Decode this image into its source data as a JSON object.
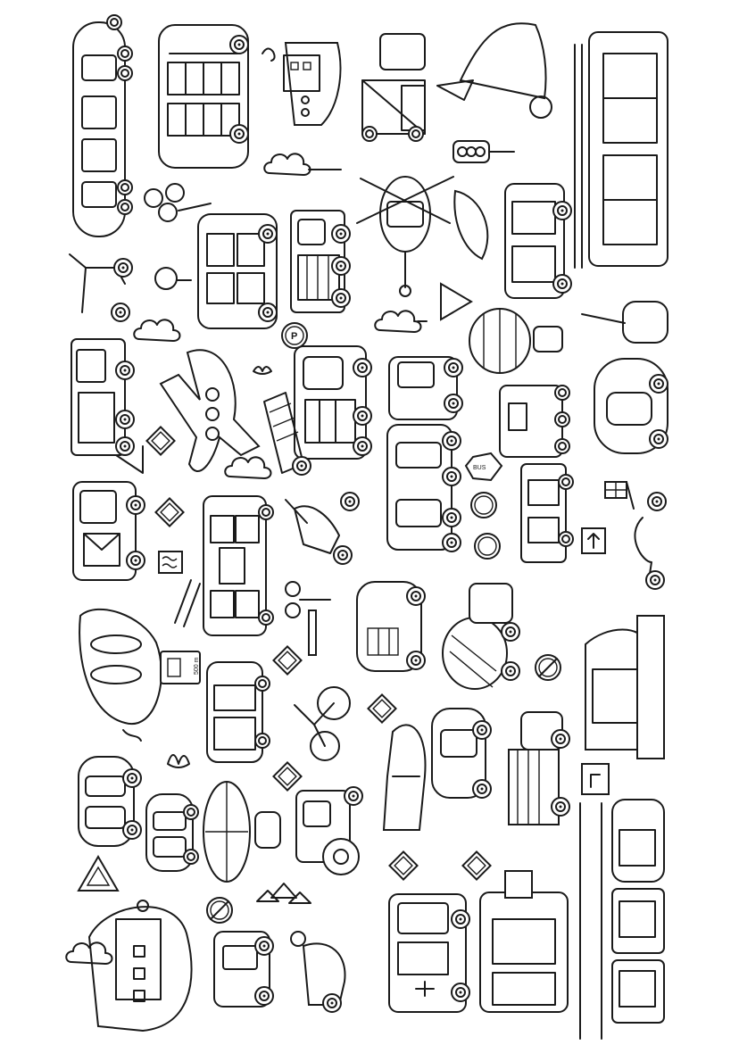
{
  "page": {
    "background": "#ffffff",
    "line_color": "#1a1a1a"
  },
  "signs": {
    "parking": "P",
    "bus_stop": "BUS",
    "distance": "500 m"
  }
}
